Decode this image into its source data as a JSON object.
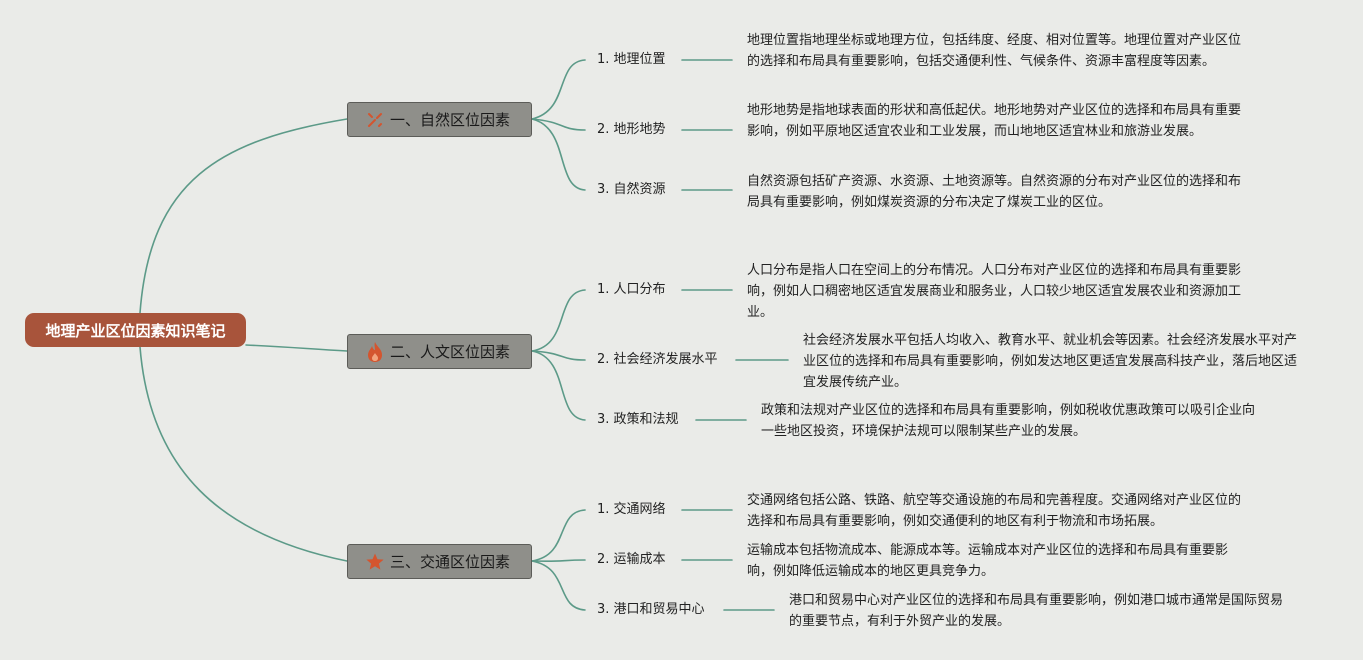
{
  "root": {
    "title": "地理产业区位因素知识笔记"
  },
  "branches": [
    {
      "label": "一、自然区位因素",
      "icon": "tools-icon",
      "items": [
        {
          "label": "1. 地理位置",
          "desc": "地理位置指地理坐标或地理方位，包括纬度、经度、相对位置等。地理位置对产业区位的选择和布局具有重要影响，包括交通便利性、气候条件、资源丰富程度等因素。"
        },
        {
          "label": "2. 地形地势",
          "desc": "地形地势是指地球表面的形状和高低起伏。地形地势对产业区位的选择和布局具有重要影响，例如平原地区适宜农业和工业发展，而山地地区适宜林业和旅游业发展。"
        },
        {
          "label": "3. 自然资源",
          "desc": "自然资源包括矿产资源、水资源、土地资源等。自然资源的分布对产业区位的选择和布局具有重要影响，例如煤炭资源的分布决定了煤炭工业的区位。"
        }
      ]
    },
    {
      "label": "二、人文区位因素",
      "icon": "fire-icon",
      "items": [
        {
          "label": "1. 人口分布",
          "desc": "人口分布是指人口在空间上的分布情况。人口分布对产业区位的选择和布局具有重要影响，例如人口稠密地区适宜发展商业和服务业，人口较少地区适宜发展农业和资源加工业。"
        },
        {
          "label": "2. 社会经济发展水平",
          "desc": "社会经济发展水平包括人均收入、教育水平、就业机会等因素。社会经济发展水平对产业区位的选择和布局具有重要影响，例如发达地区更适宜发展高科技产业，落后地区适宜发展传统产业。"
        },
        {
          "label": "3. 政策和法规",
          "desc": "政策和法规对产业区位的选择和布局具有重要影响，例如税收优惠政策可以吸引企业向一些地区投资，环境保护法规可以限制某些产业的发展。"
        }
      ]
    },
    {
      "label": "三、交通区位因素",
      "icon": "star-icon",
      "items": [
        {
          "label": "1. 交通网络",
          "desc": "交通网络包括公路、铁路、航空等交通设施的布局和完善程度。交通网络对产业区位的选择和布局具有重要影响，例如交通便利的地区有利于物流和市场拓展。"
        },
        {
          "label": "2. 运输成本",
          "desc": "运输成本包括物流成本、能源成本等。运输成本对产业区位的选择和布局具有重要影响，例如降低运输成本的地区更具竞争力。"
        },
        {
          "label": "3. 港口和贸易中心",
          "desc": "港口和贸易中心对产业区位的选择和布局具有重要影响，例如港口城市通常是国际贸易的重要节点，有利于外贸产业的发展。"
        }
      ]
    }
  ],
  "colors": {
    "root_fill": "#a8543b",
    "branch_fill": "#8f8f8a",
    "connector": "#5c9a88",
    "icon_accent": "#d4552f",
    "background": "#eaebe8"
  }
}
